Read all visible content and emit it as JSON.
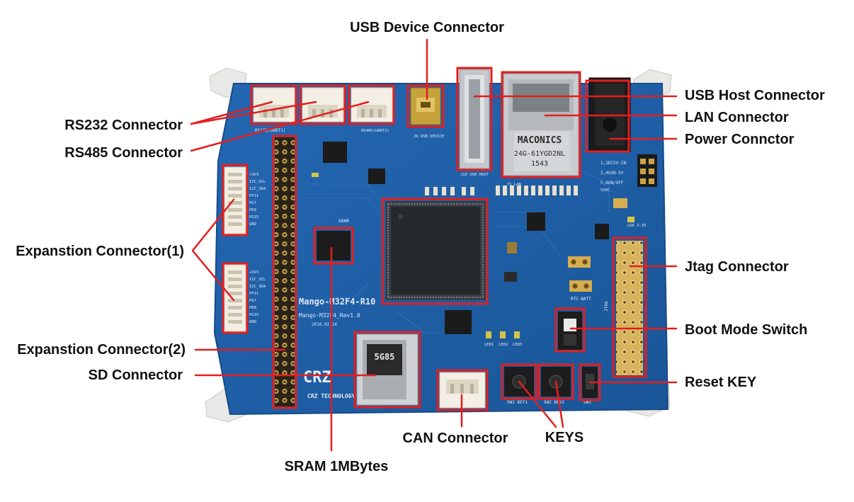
{
  "labels": {
    "usb_device": "USB Device Connector",
    "usb_host": "USB Host Connector",
    "lan": "LAN Connector",
    "power": "Power Connctor",
    "rs232": "RS232 Connector",
    "rs485": "RS485 Connector",
    "expansion1": "Expanstion Connector(1)",
    "expansion2": "Expanstion Connector(2)",
    "sd": "SD Connector",
    "jtag": "Jtag Connector",
    "boot_mode": "Boot Mode Switch",
    "reset_key": "Reset KEY",
    "keys": "KEYS",
    "can": "CAN Connector",
    "sram": "SRAM 1MBytes"
  },
  "board": {
    "name": "Mango-M32F4-R10",
    "revision": "Mango-M32F4_Rev1.0",
    "date": "2016.02.16",
    "brand": "CRZ TECHNOLOGY",
    "sd_card_text": "5G85",
    "lan_jack_text": [
      "MACONICS",
      "24G-61YGD2NL",
      "1543"
    ],
    "silk": {
      "rs232": "RS232(UART1)",
      "rs485": "RS485(UART2)",
      "usb_device": "J9 USB DEVICE",
      "usb_host": "J10 USB HOST",
      "lan": "T1 LAN",
      "sram": "SRAM",
      "rtc": "RTC-BATT",
      "jtag": "JTAG",
      "sw1": "SW1 KEY1",
      "sw2": "SW2 KEY2",
      "sw3": "SW3",
      "power_opts": [
        "1,2DC5V-IN",
        "3,4USB-5V",
        "5,6ON/OFF"
      ],
      "exp_pins": [
        "+3V3",
        "I2C_SCL",
        "I2C_SDA",
        "PF11",
        "PG7",
        "PE8",
        "PG15",
        "GND"
      ],
      "leds": [
        "LED1",
        "LED2",
        "LED3"
      ],
      "ld": "LD6 3.3V",
      "five_vdc": "5VDC"
    }
  },
  "colors": {
    "pcb": "#1e5fa8",
    "pcb_dark": "#174d8a",
    "annotation": "#e31e1e",
    "text": "#111111"
  }
}
